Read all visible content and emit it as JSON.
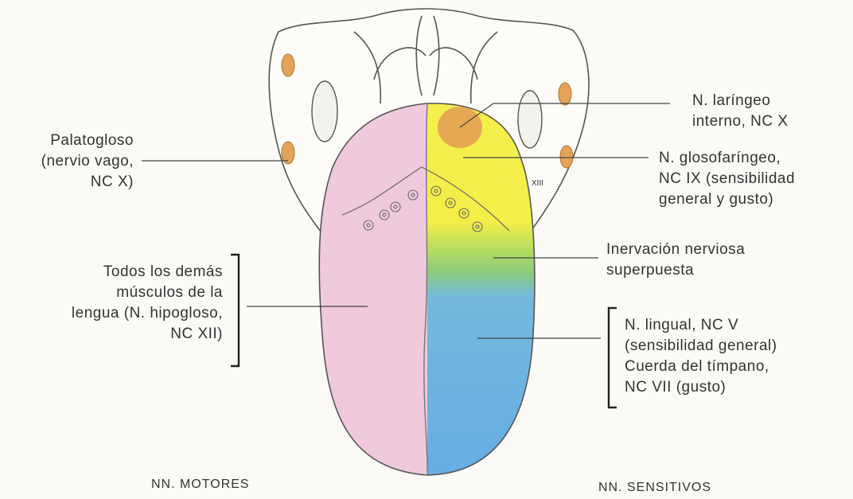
{
  "labels": {
    "palatogloso": [
      "Palatogloso",
      "(nervio vago,",
      "NC X)"
    ],
    "otros_musculos": [
      "Todos los demás",
      "músculos de la",
      "lengua (N. hipogloso,",
      "NC XII)"
    ],
    "laringeo": [
      "N. laríngeo",
      "interno, NC X"
    ],
    "glosofaringeo": [
      "N. glosofaríngeo,",
      "NC IX (sensibilidad",
      "general y gusto)"
    ],
    "superpuesta": [
      "Inervación nerviosa",
      "superpuesta"
    ],
    "lingual": [
      "N. lingual, NC V",
      "(sensibilidad general)",
      "Cuerda del tímpano,",
      "NC VII (gusto)"
    ],
    "tongue_mark": "XIII"
  },
  "footer": {
    "motores": "NN. MOTORES",
    "sensitivos": "NN. SENSITIVOS"
  },
  "colors": {
    "motor_pink": "#efc9dc",
    "lingual_blue": "#6fb3e6",
    "overlap_green": "#9fcf6a",
    "glosso_yellow": "#f4ee4a",
    "laryngeal_orange": "#e5a055",
    "outline": "#555555"
  }
}
